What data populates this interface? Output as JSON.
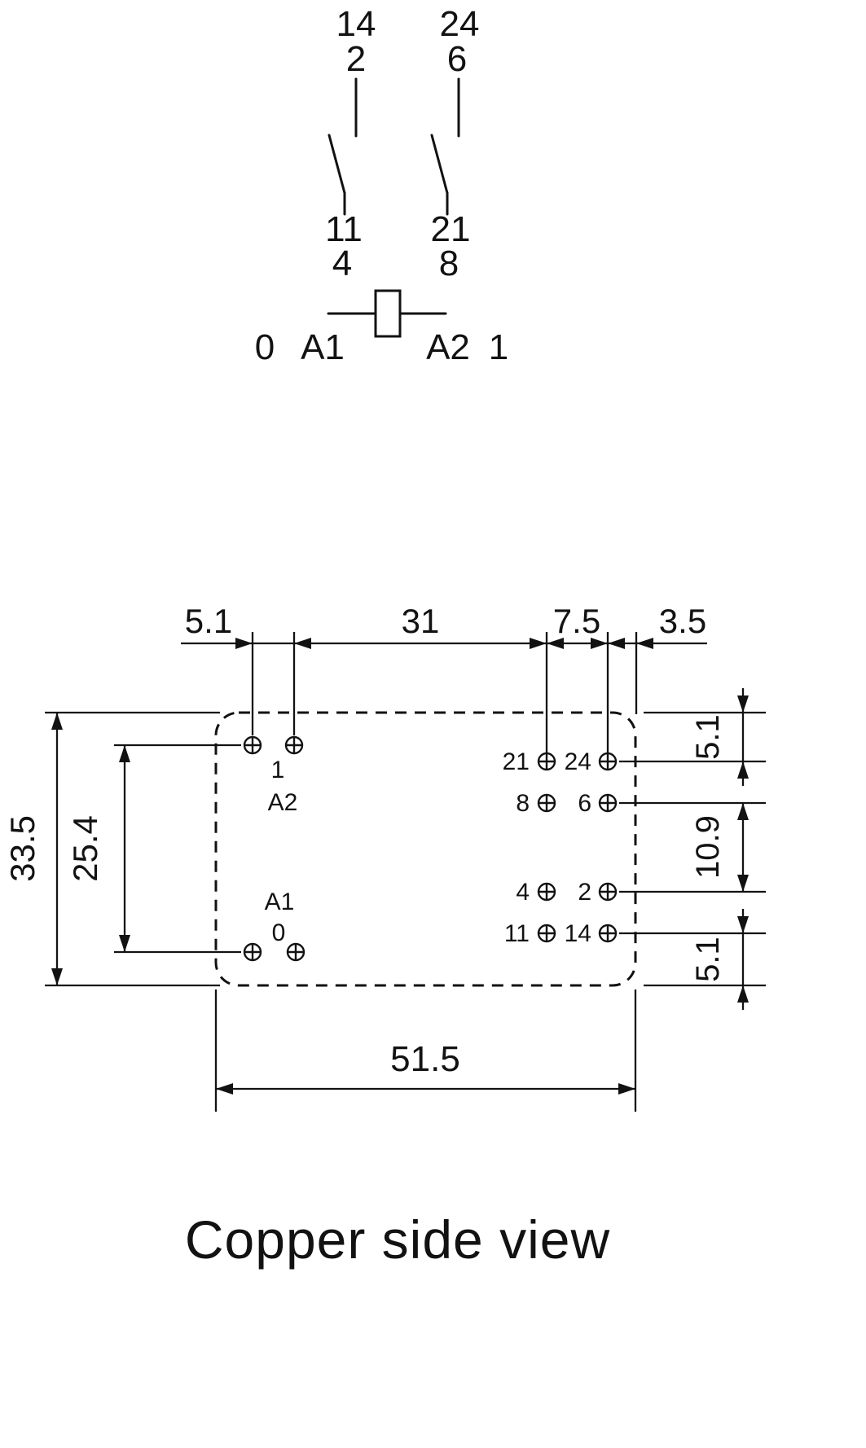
{
  "schematic": {
    "contact_left": {
      "pin_top_a": "14",
      "pin_top_b": "2",
      "pin_bottom_a": "11",
      "pin_bottom_b": "4"
    },
    "contact_right": {
      "pin_top_a": "24",
      "pin_top_b": "6",
      "pin_bottom_a": "21",
      "pin_bottom_b": "8"
    },
    "coil": {
      "outer_left": "0",
      "inner_left": "A1",
      "inner_right": "A2",
      "outer_right": "1"
    }
  },
  "footprint": {
    "dim_top": [
      "5.1",
      "31",
      "7.5",
      "3.5"
    ],
    "dim_left_outer": "33.5",
    "dim_left_inner": "25.4",
    "dim_right": [
      "5.1",
      "10.9",
      "5.1"
    ],
    "dim_bottom": "51.5",
    "left_top_labels": {
      "a": "1",
      "b": "A2"
    },
    "left_bottom_labels": {
      "a": "A1",
      "b": "0"
    },
    "right_rows": [
      {
        "left": "21",
        "right": "24"
      },
      {
        "left": "8",
        "right": "6"
      },
      {
        "left": "4",
        "right": "2"
      },
      {
        "left": "11",
        "right": "14"
      }
    ]
  },
  "caption": "Copper side view",
  "colors": {
    "ink": "#121212",
    "background": "#ffffff"
  }
}
